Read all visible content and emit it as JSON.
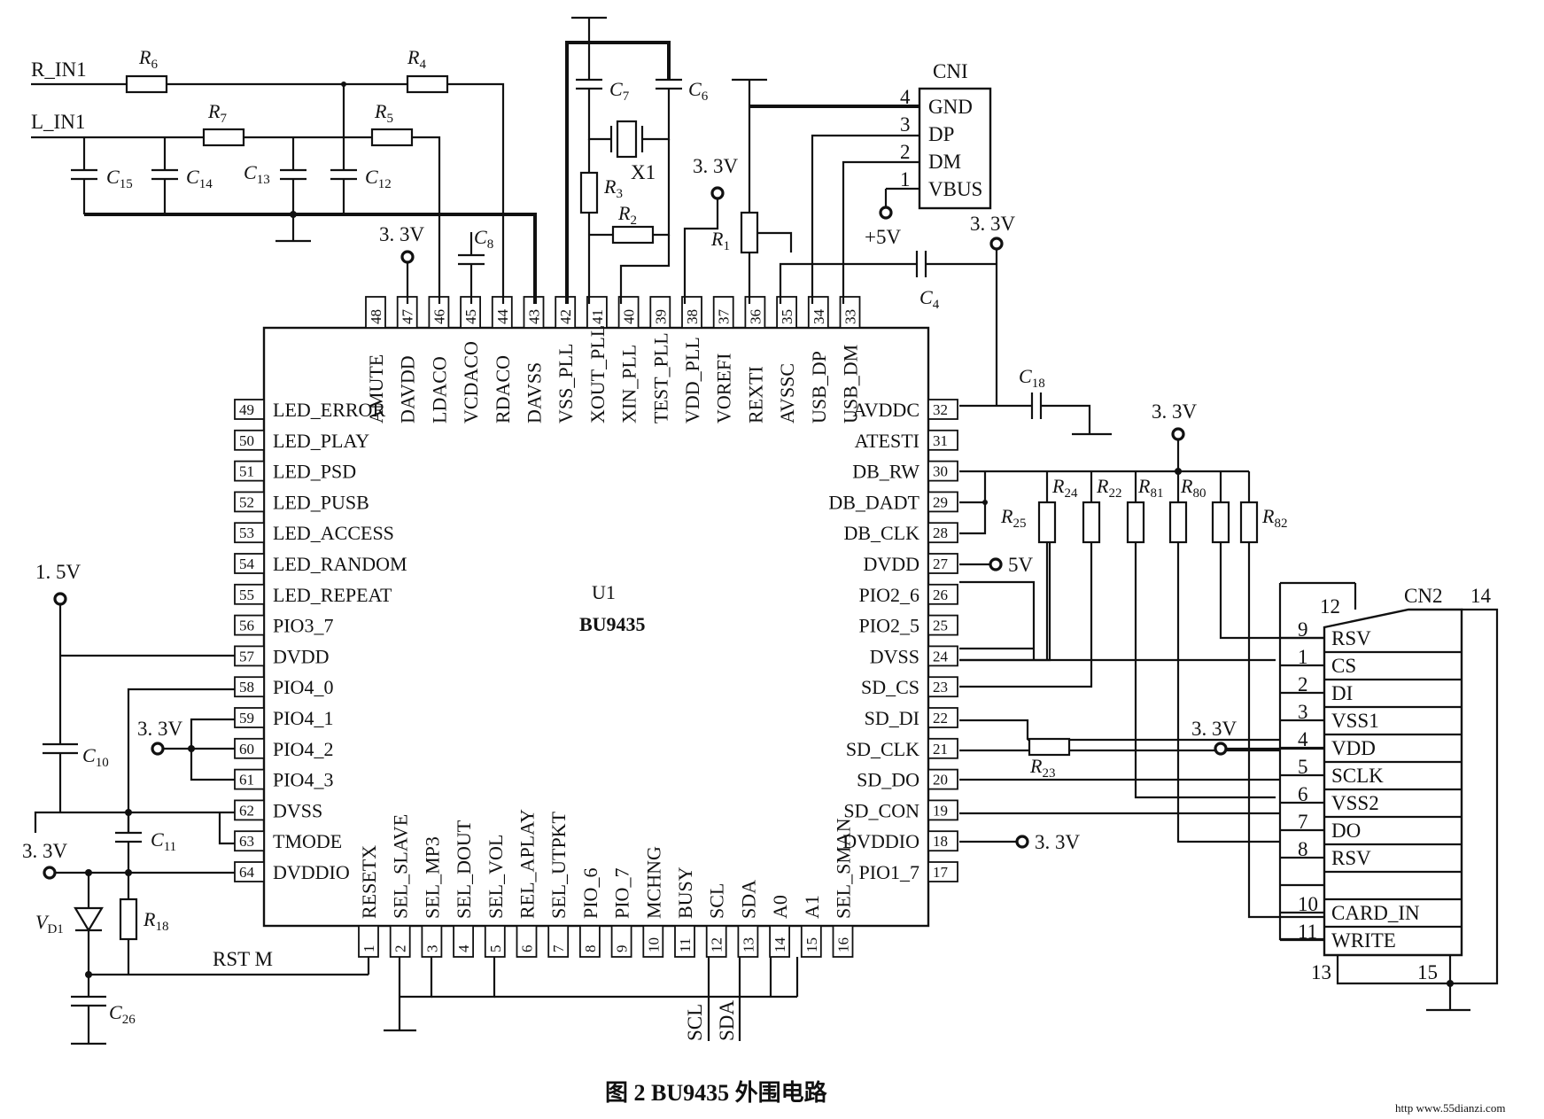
{
  "caption": "图 2  BU9435 外围电路",
  "watermark": "http   www.55dianzi.com",
  "chip": {
    "ref": "U1",
    "name": "BU9435"
  },
  "nets": {
    "r_in": "R_IN1",
    "l_in": "L_IN1",
    "rst": "RST M",
    "v33": "3. 3V",
    "v15": "1. 5V",
    "v5": "5V",
    "v5p": "+5V",
    "scl": "SCL",
    "sda": "SDA"
  },
  "pins": {
    "top": [
      {
        "n": "48",
        "label": "AMUTE"
      },
      {
        "n": "47",
        "label": "DAVDD"
      },
      {
        "n": "46",
        "label": "LDACO"
      },
      {
        "n": "45",
        "label": "VCDACO"
      },
      {
        "n": "44",
        "label": "RDACO"
      },
      {
        "n": "43",
        "label": "DAVSS"
      },
      {
        "n": "42",
        "label": "VSS_PLL"
      },
      {
        "n": "41",
        "label": "XOUT_PLL"
      },
      {
        "n": "40",
        "label": "XIN_PLL"
      },
      {
        "n": "39",
        "label": "TEST_PLL"
      },
      {
        "n": "38",
        "label": "VDD_PLL"
      },
      {
        "n": "37",
        "label": "VOREFI"
      },
      {
        "n": "36",
        "label": "REXTI"
      },
      {
        "n": "35",
        "label": "AVSSC"
      },
      {
        "n": "34",
        "label": "USB_DP"
      },
      {
        "n": "33",
        "label": "USB_DM"
      }
    ],
    "left": [
      {
        "n": "49",
        "label": "LED_ERROR"
      },
      {
        "n": "50",
        "label": "LED_PLAY"
      },
      {
        "n": "51",
        "label": "LED_PSD"
      },
      {
        "n": "52",
        "label": "LED_PUSB"
      },
      {
        "n": "53",
        "label": "LED_ACCESS"
      },
      {
        "n": "54",
        "label": "LED_RANDOM"
      },
      {
        "n": "55",
        "label": "LED_REPEAT"
      },
      {
        "n": "56",
        "label": "PIO3_7"
      },
      {
        "n": "57",
        "label": "DVDD"
      },
      {
        "n": "58",
        "label": "PIO4_0"
      },
      {
        "n": "59",
        "label": "PIO4_1"
      },
      {
        "n": "60",
        "label": "PIO4_2"
      },
      {
        "n": "61",
        "label": "PIO4_3"
      },
      {
        "n": "62",
        "label": "DVSS"
      },
      {
        "n": "63",
        "label": "TMODE"
      },
      {
        "n": "64",
        "label": "DVDDIO"
      }
    ],
    "right": [
      {
        "n": "32",
        "label": "AVDDC"
      },
      {
        "n": "31",
        "label": "ATESTI"
      },
      {
        "n": "30",
        "label": "DB_RW"
      },
      {
        "n": "29",
        "label": "DB_DADT"
      },
      {
        "n": "28",
        "label": "DB_CLK"
      },
      {
        "n": "27",
        "label": "DVDD"
      },
      {
        "n": "26",
        "label": "PIO2_6"
      },
      {
        "n": "25",
        "label": "PIO2_5"
      },
      {
        "n": "24",
        "label": "DVSS"
      },
      {
        "n": "23",
        "label": "SD_CS"
      },
      {
        "n": "22",
        "label": "SD_DI"
      },
      {
        "n": "21",
        "label": "SD_CLK"
      },
      {
        "n": "20",
        "label": "SD_DO"
      },
      {
        "n": "19",
        "label": "SD_CON"
      },
      {
        "n": "18",
        "label": "DVDDIO"
      },
      {
        "n": "17",
        "label": "PIO1_7"
      }
    ],
    "bottom": [
      {
        "n": "1",
        "label": "RESETX"
      },
      {
        "n": "2",
        "label": "SEL_SLAVE"
      },
      {
        "n": "3",
        "label": "SEL_MP3"
      },
      {
        "n": "4",
        "label": "SEL_DOUT"
      },
      {
        "n": "5",
        "label": "SEL_VOL"
      },
      {
        "n": "6",
        "label": "REL_APLAY"
      },
      {
        "n": "7",
        "label": "SEL_UTPKT"
      },
      {
        "n": "8",
        "label": "PIO_6"
      },
      {
        "n": "9",
        "label": "PIO_7"
      },
      {
        "n": "10",
        "label": "MCHNG"
      },
      {
        "n": "11",
        "label": "BUSY"
      },
      {
        "n": "12",
        "label": "SCL"
      },
      {
        "n": "13",
        "label": "SDA"
      },
      {
        "n": "14",
        "label": "A0"
      },
      {
        "n": "15",
        "label": "A1"
      },
      {
        "n": "16",
        "label": "SEL_SMAN"
      }
    ]
  },
  "cn1": {
    "ref": "CNI",
    "pins": [
      {
        "n": "4",
        "label": "GND"
      },
      {
        "n": "3",
        "label": "DP"
      },
      {
        "n": "2",
        "label": "DM"
      },
      {
        "n": "1",
        "label": "VBUS"
      }
    ]
  },
  "cn2": {
    "ref": "CN2",
    "n12": "12",
    "n14": "14",
    "n13": "13",
    "n15": "15",
    "pins": [
      {
        "n": "9",
        "label": "RSV"
      },
      {
        "n": "1",
        "label": "CS"
      },
      {
        "n": "2",
        "label": "DI"
      },
      {
        "n": "3",
        "label": "VSS1"
      },
      {
        "n": "4",
        "label": "VDD"
      },
      {
        "n": "5",
        "label": "SCLK"
      },
      {
        "n": "6",
        "label": "VSS2"
      },
      {
        "n": "7",
        "label": "DO"
      },
      {
        "n": "8",
        "label": "RSV"
      },
      {
        "n": "",
        "label": ""
      },
      {
        "n": "10",
        "label": "CARD_IN"
      },
      {
        "n": "11",
        "label": "WRITE"
      }
    ]
  },
  "refs": {
    "R": "R",
    "C": "C",
    "VD": "V",
    "r6": "6",
    "r4": "4",
    "r7": "7",
    "r5": "5",
    "r3": "3",
    "r2": "2",
    "r1": "1",
    "r24": "24",
    "r22": "22",
    "r81": "81",
    "r80": "80",
    "r25": "25",
    "r82": "82",
    "r23": "23",
    "r18": "18",
    "c7": "7",
    "c6": "6",
    "c15": "15",
    "c14": "14",
    "c13": "13",
    "c12": "12",
    "c8": "8",
    "c4": "4",
    "c18": "18",
    "c10": "10",
    "c11": "11",
    "c26": "26",
    "vd1": "D1",
    "x1": "X1"
  }
}
